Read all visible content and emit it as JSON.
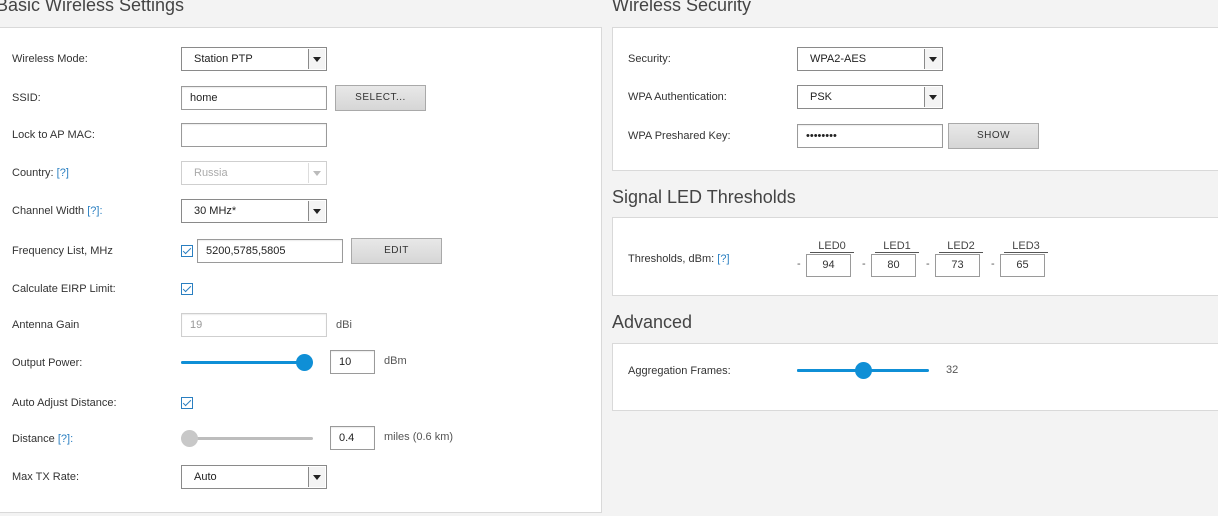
{
  "basic": {
    "title": "Basic Wireless Settings",
    "wireless_mode_label": "Wireless Mode:",
    "wireless_mode_value": "Station PTP",
    "ssid_label": "SSID:",
    "ssid_value": "home",
    "ssid_select_button": "SELECT...",
    "lock_ap_label": "Lock to AP MAC:",
    "lock_ap_value": "",
    "country_label": "Country:",
    "country_help": "[?]",
    "country_value": "Russia",
    "channel_width_label": "Channel Width",
    "channel_width_help": "[?]:",
    "channel_width_value": "30 MHz*",
    "freq_list_label": "Frequency List, MHz",
    "freq_list_value": "5200,5785,5805",
    "freq_edit_button": "EDIT",
    "eirp_label": "Calculate EIRP Limit:",
    "antenna_gain_label": "Antenna Gain",
    "antenna_gain_value": "19",
    "antenna_gain_unit": "dBi",
    "output_power_label": "Output Power:",
    "output_power_value": "10",
    "output_power_unit": "dBm",
    "output_power_level": 1.0,
    "auto_distance_label": "Auto Adjust Distance:",
    "distance_label": "Distance",
    "distance_help": "[?]:",
    "distance_value": "0.4",
    "distance_unit": "miles (0.6 km)",
    "distance_level": 0.0,
    "max_tx_label": "Max TX Rate:",
    "max_tx_value": "Auto"
  },
  "security": {
    "title": "Wireless Security",
    "security_label": "Security:",
    "security_value": "WPA2-AES",
    "wpa_auth_label": "WPA Authentication:",
    "wpa_auth_value": "PSK",
    "psk_label": "WPA Preshared Key:",
    "psk_value": "••••••••",
    "show_button": "SHOW"
  },
  "led": {
    "title": "Signal LED Thresholds",
    "thresholds_label": "Thresholds, dBm:",
    "thresholds_help": "[?]",
    "dash": "-",
    "items": [
      {
        "name": "LED0",
        "value": "94"
      },
      {
        "name": "LED1",
        "value": "80"
      },
      {
        "name": "LED2",
        "value": "73"
      },
      {
        "name": "LED3",
        "value": "65"
      }
    ]
  },
  "advanced": {
    "title": "Advanced",
    "aggregation_label": "Aggregation Frames:",
    "aggregation_value": "32",
    "aggregation_level": 0.5
  },
  "colors": {
    "accent": "#0f8fd6",
    "track_inactive": "#bdbdbd",
    "help_link": "#2a7fc1"
  }
}
